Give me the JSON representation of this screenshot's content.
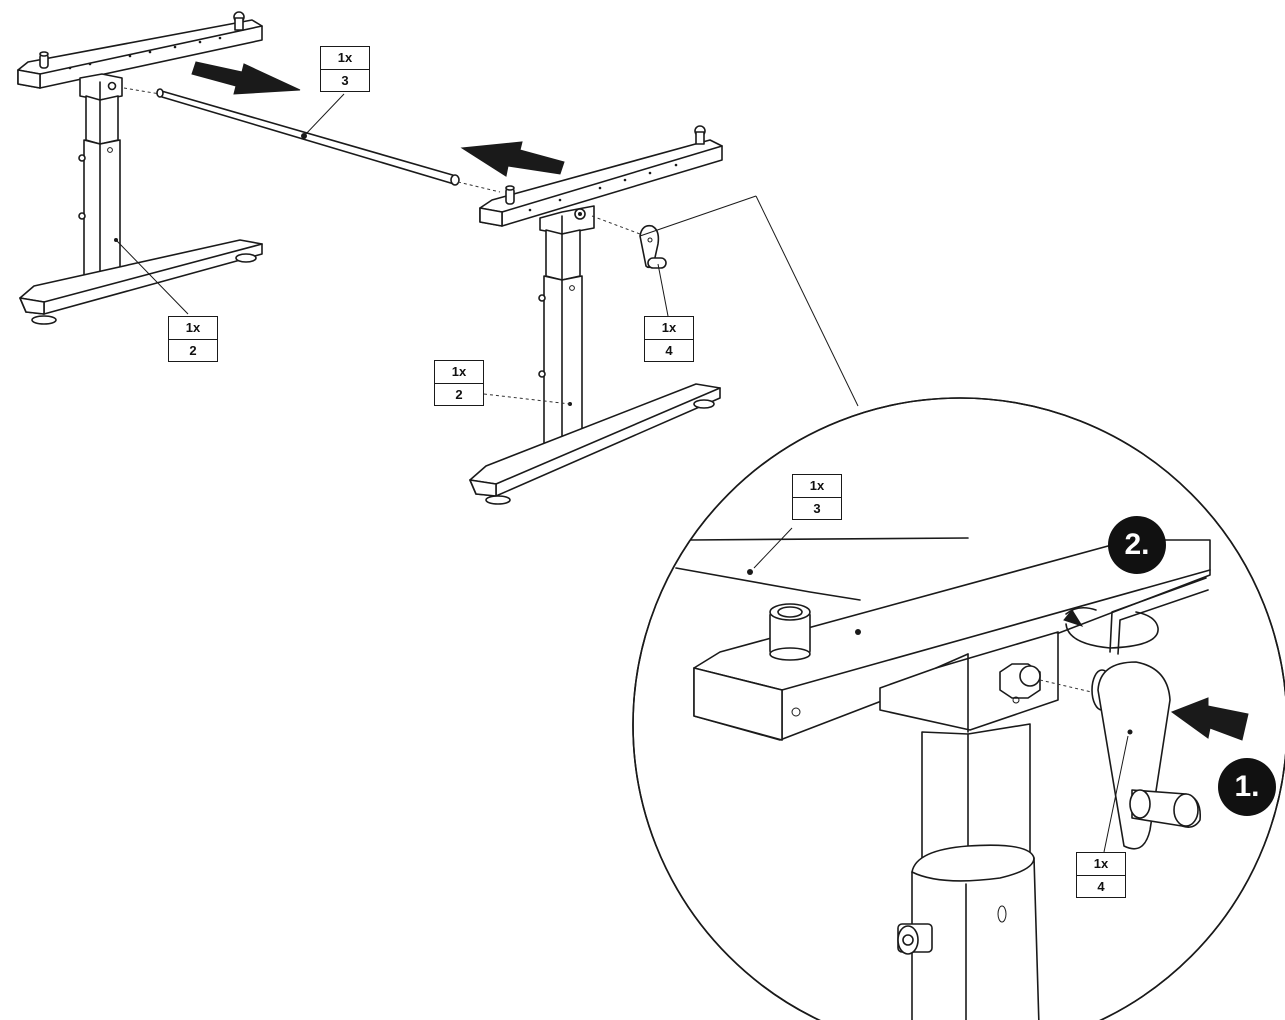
{
  "diagram": {
    "labels": {
      "crossbar_top": {
        "qty": "1x",
        "part": "3"
      },
      "left_leg": {
        "qty": "1x",
        "part": "2"
      },
      "right_leg": {
        "qty": "1x",
        "part": "2"
      },
      "crank_small": {
        "qty": "1x",
        "part": "4"
      },
      "detail_crossbar": {
        "qty": "1x",
        "part": "3"
      },
      "detail_crank": {
        "qty": "1x",
        "part": "4"
      }
    },
    "steps": {
      "first": "1.",
      "second": "2."
    },
    "colors": {
      "line": "#1a1a1a",
      "badge": "#111111",
      "background": "#ffffff"
    }
  }
}
